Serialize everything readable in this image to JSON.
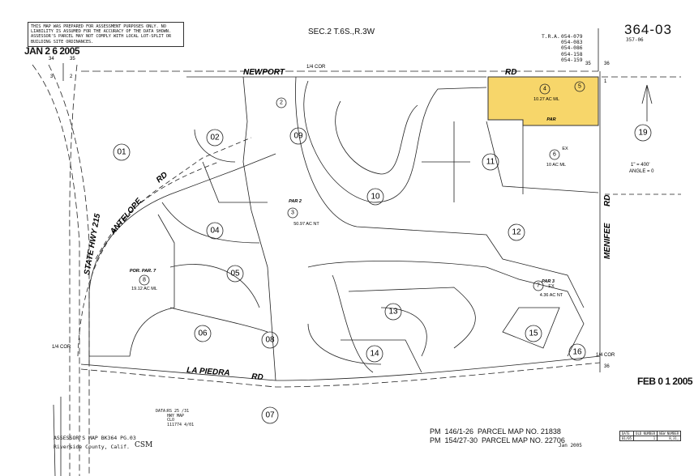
{
  "header": {
    "disclaimer": "THIS MAP WAS PREPARED FOR ASSESSMENT PURPOSES ONLY. NO LIABILITY IS ASSUMED FOR THE ACCURACY OF THE DATA SHOWN. ASSESSOR'S PARCEL MAY NOT COMPLY WITH LOCAL LOT-SPLIT OR BUILDING SITE ORDINANCES.",
    "received_stamp": "JAN 2 6 2005",
    "section": "SEC.2 T.6S.,R.3W",
    "map_number": "364-03",
    "sub_map": "357-06",
    "tra_label": "T.R.A.",
    "tra_codes": [
      "054-079",
      "054-083",
      "054-086",
      "054-158",
      "054-159"
    ],
    "section_corners": {
      "nw_left": "34",
      "nw_right": "35",
      "nw_low_left": "3",
      "nw_low_right": "2",
      "ne_left": "35",
      "ne_right": "36",
      "ne_low": "1",
      "se_left": "36"
    },
    "quarter_corner": "1/4 COR"
  },
  "roads": {
    "newport": "NEWPORT",
    "newport_rd": "RD",
    "antelope": "ANTELOPE",
    "antelope_rd": "RD",
    "highway": "STATE HWY 215",
    "la_piedra": "LA PIEDRA",
    "la_piedra_rd": "RD",
    "menifee": "MENIFEE",
    "menifee_rd": "RD"
  },
  "page_numbers": [
    "01",
    "02",
    "04",
    "05",
    "06",
    "07",
    "08",
    "09",
    "10",
    "11",
    "12",
    "13",
    "14",
    "15",
    "16",
    "19"
  ],
  "parcels": [
    {
      "apn": "2"
    },
    {
      "apn": "3",
      "label": "PAR 2",
      "area": "50.97 AC NT"
    },
    {
      "apn": "4",
      "area": "10.27 AC ML",
      "label": "PAR",
      "highlighted": true
    },
    {
      "apn": "5",
      "highlighted": true
    },
    {
      "apn": "6",
      "status": "EX",
      "area": "10 AC ML"
    },
    {
      "apn": "7",
      "label": "PAR 3",
      "status": "EX",
      "area": "4.36 AC NT"
    },
    {
      "apn": "8",
      "label": "POR. PAR. 7",
      "area": "19.12 AC ML"
    }
  ],
  "highlight_color": "#f7d66a",
  "scale": {
    "ratio": "1\" = 400'",
    "angle": "ANGLE = 0"
  },
  "footer": {
    "book_page": "ASSESSOR'S MAP BK364 PG.03",
    "county": "Riverside County, Calif.",
    "initials": "CSM",
    "data_label": "DATA:",
    "data_lines": [
      "RS 25 /31",
      "HWY MAP",
      "CLO",
      "111774 4/01"
    ],
    "parcel_maps": [
      "PM  146/1-26  PARCEL MAP NO. 21838",
      "PM  154/27-30  PARCEL MAP NO. 22706"
    ],
    "revision_date": "Jan 2005",
    "filed_stamp": "FEB 0 1 2005",
    "change_table": {
      "headers": [
        "DATE",
        "OLD NUMBER",
        "NEW NUMBER"
      ],
      "row": [
        "01/05",
        "1",
        "8,31,"
      ]
    }
  }
}
